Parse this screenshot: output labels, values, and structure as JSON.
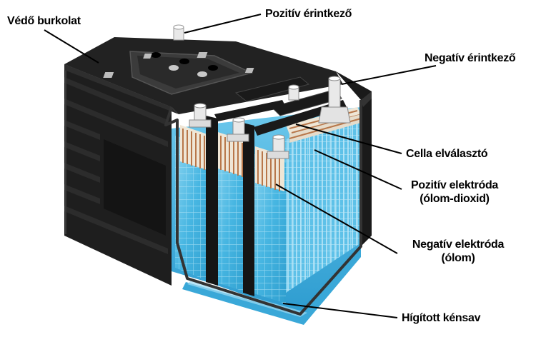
{
  "labels": {
    "protective_casing": "Védő burkolat",
    "positive_terminal": "Pozitív érintkező",
    "negative_terminal": "Negatív érintkező",
    "cell_separator": "Cella elválasztó",
    "positive_electrode": {
      "line1": "Pozitív elektróda",
      "line2": "(ólom-dioxid)"
    },
    "negative_electrode": {
      "line1": "Negatív elektróda",
      "line2": "(ólom)"
    },
    "dilute_sulfuric_acid": "Hígított kénsav"
  },
  "colors": {
    "casing": "#1c1c1c",
    "casing_dark": "#0c0c0c",
    "acid": "#47b6e2",
    "acid_light": "#9fdcf3",
    "plate_copper": "#b8774a",
    "plate_light": "#efe6d6",
    "terminal": "#e9e9e9"
  }
}
